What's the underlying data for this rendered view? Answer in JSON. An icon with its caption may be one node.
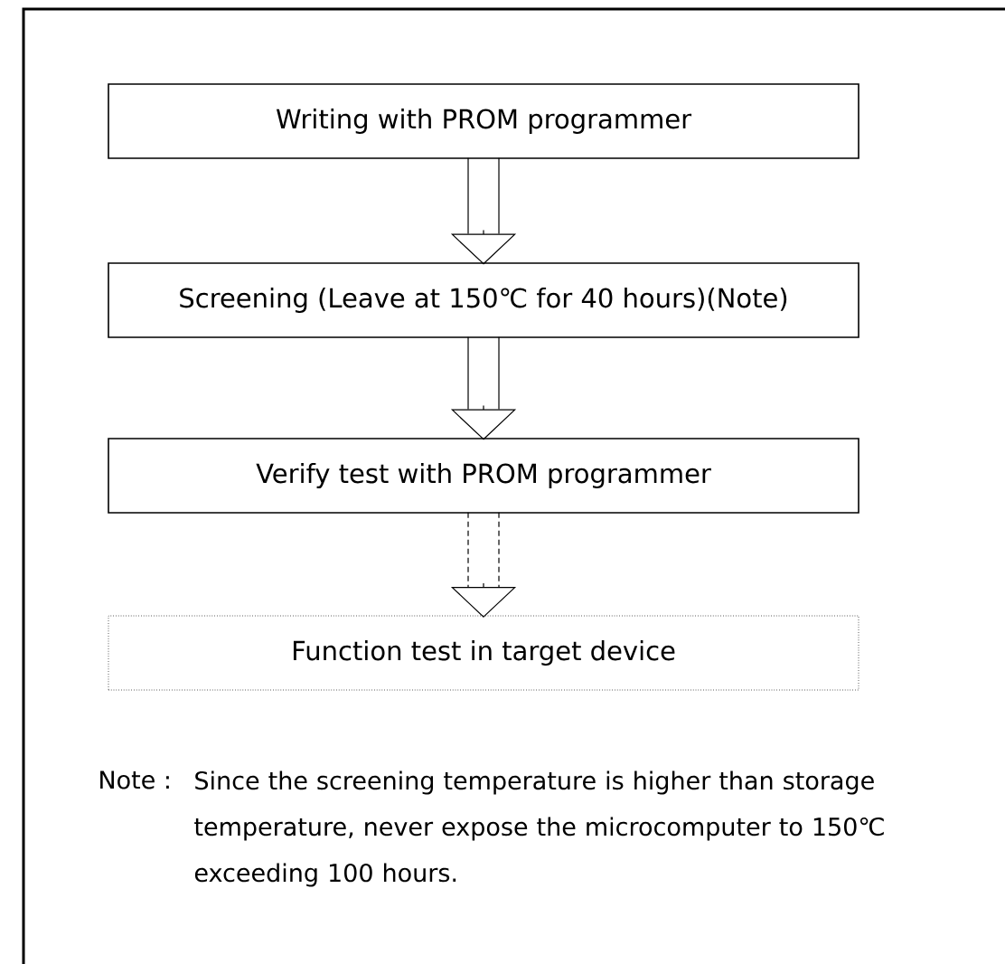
{
  "diagram": {
    "nodes": [
      {
        "text": [
          "Writing with PROM programmer"
        ]
      },
      {
        "text": [
          "Screening (Leave at 150℃ for 40 hours)(Note)"
        ]
      },
      {
        "text": [
          "Verify test with PROM programmer"
        ]
      },
      {
        "text": [
          "Function test in target device"
        ]
      }
    ],
    "edges": [
      {
        "from": 0,
        "to": 1,
        "arrow": "to"
      },
      {
        "from": 1,
        "to": 2,
        "arrow": "to"
      },
      {
        "from": 2,
        "to": 3,
        "arrow": "to",
        "style": "dashed"
      }
    ],
    "labels": [
      "Note :",
      "Since the screening temperature is higher than storage temperature, never expose the microcomputer to 150℃ exceeding 100 hours."
    ]
  }
}
